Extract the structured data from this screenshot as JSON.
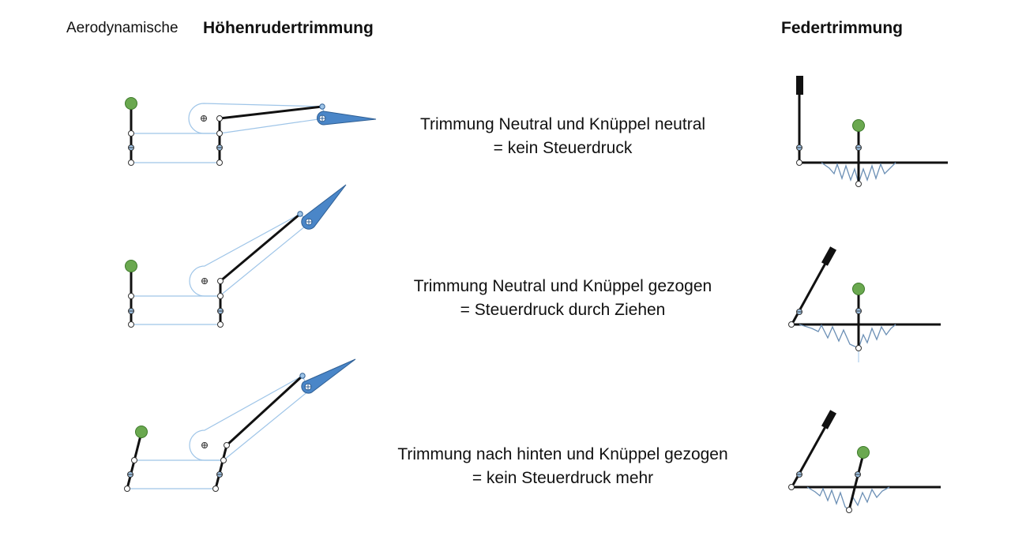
{
  "headings": {
    "aerodynamic_prefix": "Aerodynamische",
    "elevator_trim": "Höhenruder­trimmung",
    "spring_trim": "Federtrimmung"
  },
  "states": [
    {
      "line1": "Trimmung Neutral und Knüppel neutral",
      "line2": "= kein Steuerdruck"
    },
    {
      "line1": "Trimmung Neutral und Knüppel gezogen",
      "line2": "= Steuerdruck durch Ziehen"
    },
    {
      "line1": "Trimmung nach hinten und Knüppel gezogen",
      "line2": "= kein Steuerdruck mehr"
    }
  ],
  "colors": {
    "stick_knob": "#6aa84f",
    "surface_fill": "#4a86c8",
    "linkage": "#111111",
    "thin_link": "#9fc5e8",
    "spring": "#6b8fb5",
    "pivot_fill": "#ffffff"
  }
}
